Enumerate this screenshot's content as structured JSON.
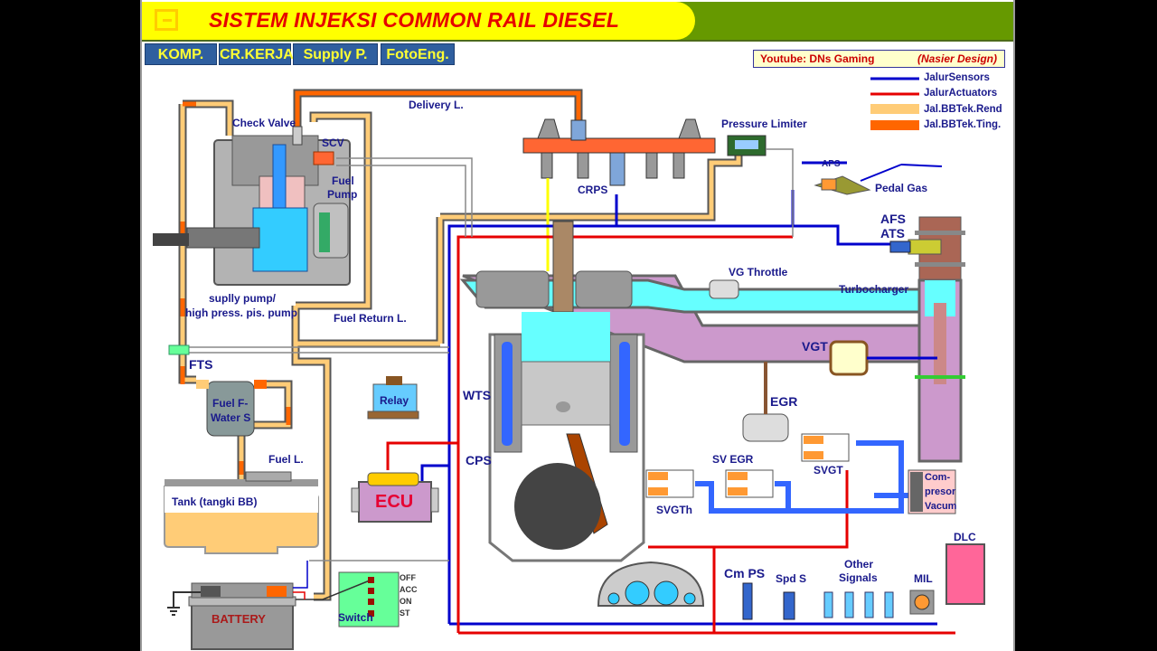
{
  "header": {
    "title": "SISTEM INJEKSI COMMON RAIL DIESEL",
    "logo_icon": "exit-box-icon"
  },
  "nav": {
    "buttons": [
      {
        "label": "KOMP."
      },
      {
        "label": "CR.KERJA"
      },
      {
        "label": "Supply P."
      },
      {
        "label": "FotoEng."
      }
    ]
  },
  "credit": {
    "left": "Youtube: DNs Gaming",
    "right": "(Nasier Design)"
  },
  "legend": {
    "items": [
      {
        "label": "JalurSensors",
        "color": "#0000cc",
        "kind": "line"
      },
      {
        "label": "JalurActuators",
        "color": "#e60000",
        "kind": "line"
      },
      {
        "label": "Jal.BBTek.Rend",
        "color": "#ffcc77",
        "kind": "band"
      },
      {
        "label": "Jal.BBTek.Ting.",
        "color": "#ff6600",
        "kind": "band"
      }
    ]
  },
  "labels": {
    "check_valve": "Check Valve",
    "scv": "SCV",
    "fuel_pump_1": "Fuel",
    "fuel_pump_2": "Pump",
    "supply_pump_1": "suplly pump/",
    "supply_pump_2": "high press. pis. pump",
    "delivery": "Delivery L.",
    "pressure_limiter": "Pressure Limiter",
    "crps": "CRPS",
    "aps": "APS",
    "pedal_gas": "Pedal Gas",
    "afs": "AFS",
    "ats": "ATS",
    "turbocharger": "Turbocharger",
    "vg_throttle": "VG Throttle",
    "vgt": "VGT",
    "egr": "EGR",
    "sv_egr": "SV EGR",
    "svgth": "SVGTh",
    "svgt": "SVGT",
    "compressor_1": "Com-",
    "compressor_2": "presor",
    "compressor_3": "Vacum",
    "fuel_return": "Fuel Return L.",
    "fts": "FTS",
    "filter_1": "Fuel F-",
    "filter_2": "Water S",
    "fuel_line": "Fuel L.",
    "tank": "Tank (tangki BB)",
    "relay": "Relay",
    "wts": "WTS",
    "cps": "CPS",
    "ecu": "ECU",
    "battery": "BATTERY",
    "switch": "Switch",
    "sw_off": "OFF",
    "sw_acc": "ACC",
    "sw_on": "ON",
    "sw_st": "ST",
    "cm_ps": "Cm PS",
    "spd_s": "Spd S",
    "other_1": "Other",
    "other_2": "Signals",
    "mil": "MIL",
    "dlc": "DLC"
  },
  "colors": {
    "sensor": "#0000cc",
    "actuator": "#e60000",
    "low_pressure": "#ffcc77",
    "high_pressure": "#ff6600",
    "intake": "#66ffff",
    "exhaust": "#cc99cc",
    "coolant": "#3366ff"
  }
}
